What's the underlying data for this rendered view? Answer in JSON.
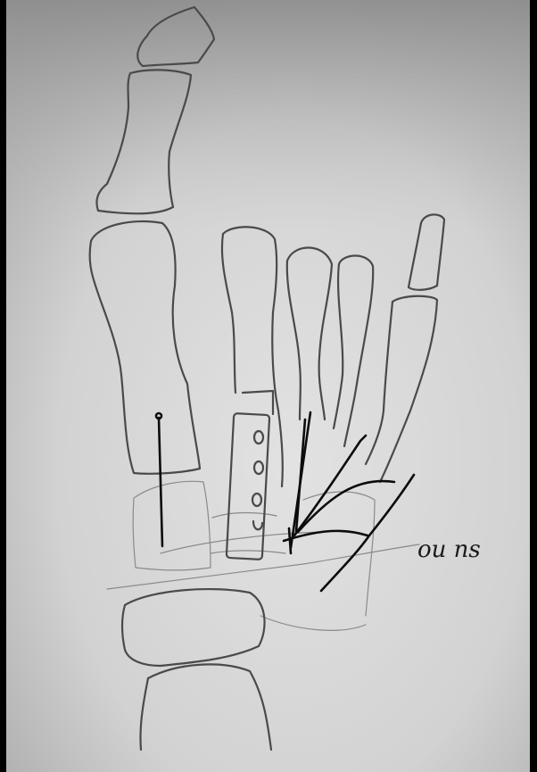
{
  "annotation": {
    "handwritten_note": "ou ns"
  },
  "colors": {
    "paper_light": "#dcdcdc",
    "paper_dark": "#9e9e9e",
    "ink": "#0c0c0c",
    "pencil": "#4a4a4a"
  },
  "elements": [
    "great-toe-phalanges",
    "metatarsal-1",
    "metatarsal-2",
    "metatarsal-3",
    "metatarsal-4",
    "metatarsal-5",
    "tarsal-bones",
    "plate-with-screws",
    "kirschner-wires"
  ]
}
